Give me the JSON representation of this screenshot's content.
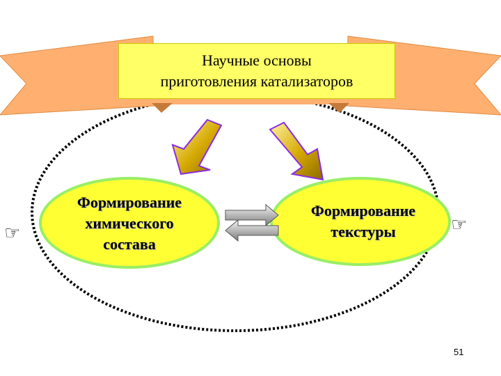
{
  "title": {
    "line1": "Научные основы",
    "line2": "приготовления катализаторов"
  },
  "left_ellipse": {
    "line1": "Формирование",
    "line2": "химического",
    "line3": "состава"
  },
  "right_ellipse": {
    "line1": "Формирование",
    "line2": "текстуры"
  },
  "icons": {
    "pointer": "pointing-hand-icon"
  },
  "colors": {
    "ribbon": "#ffb070",
    "title_box": "#ffff66",
    "ellipse_fill": "#ffff33",
    "ellipse_border": "#99ee66",
    "arrow_gold": "#d4a800",
    "arrow_border": "#8a2be2",
    "dotted_ring": "#000000"
  },
  "page_number": "51"
}
